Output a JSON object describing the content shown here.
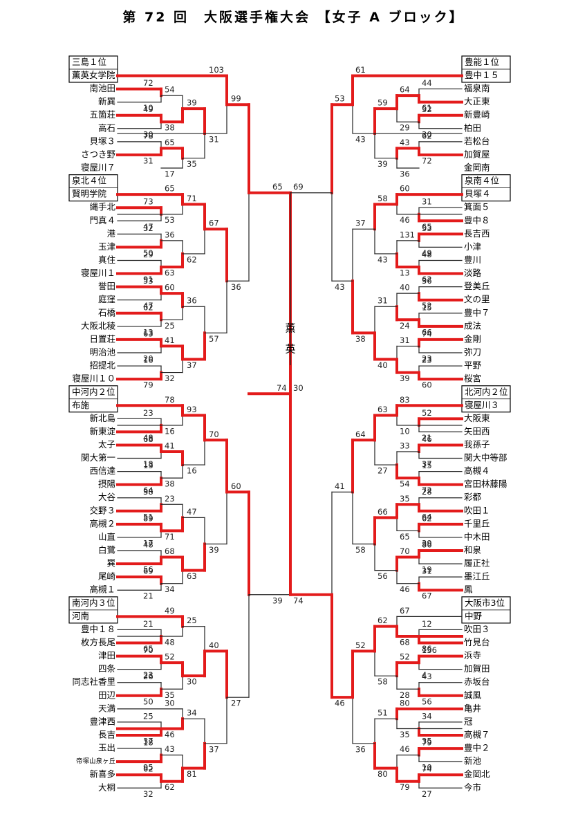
{
  "title": "第 72 回　大阪選手権大会 【女子 A ブロック】",
  "champion": [
    "薫",
    "英"
  ],
  "colors": {
    "win": "#e31b1b",
    "line": "#222222"
  },
  "left_blocks": [
    {
      "seed": "三島１位",
      "teams": [
        "薫英女学院",
        "南池田",
        "新巽",
        "五箇荘",
        "高石",
        "貝塚３",
        "さつき野",
        "寝屋川７"
      ]
    },
    {
      "seed": "泉北４位",
      "teams": [
        "賢明学院",
        "縄手北",
        "門真４",
        "港",
        "玉津",
        "真住",
        "寝屋川１",
        "誉田",
        "庭窪",
        "石橋",
        "大阪北稜",
        "日置荘",
        "明治池",
        "招提北",
        "寝屋川１０"
      ]
    },
    {
      "seed": "中河内２位",
      "teams": [
        "布施",
        "新北島",
        "新東淀",
        "太子",
        "関大第一",
        "西信達",
        "摂陽",
        "大谷",
        "交野３",
        "高槻２",
        "山直",
        "白鷺",
        "巽",
        "尾崎",
        "高槻１"
      ]
    },
    {
      "seed": "南河内３位",
      "teams": [
        "河南",
        "豊中１８",
        "枚方長尾",
        "津田",
        "四条",
        "同志社香里",
        "田辺",
        "天満",
        "豊津西",
        "長吉",
        "玉出",
        "帝塚山泉ヶ丘",
        "新喜多",
        "大桐"
      ]
    }
  ],
  "right_blocks": [
    {
      "seed": "豊能１位",
      "teams": [
        "豊中１５",
        "福泉南",
        "大正東",
        "新豊崎",
        "柏田",
        "若松台",
        "加賀屋",
        "金岡南"
      ]
    },
    {
      "seed": "泉南４位",
      "teams": [
        "貝塚４",
        "箕面５",
        "豊中８",
        "長吉西",
        "小津",
        "豊川",
        "淡路",
        "登美丘",
        "文の里",
        "豊中７",
        "成法",
        "金剛",
        "弥刀",
        "平野",
        "桜宮"
      ]
    },
    {
      "seed": "北河内２位",
      "teams": [
        "寝屋川３",
        "大阪東",
        "矢田西",
        "我孫子",
        "関大中等部",
        "高槻４",
        "宮田林藤陽",
        "彩都",
        "吹田１",
        "千里丘",
        "中木田",
        "和泉",
        "履正社",
        "墨江丘",
        "鳳"
      ]
    },
    {
      "seed": "大阪市3位",
      "teams": [
        "中野",
        "吹田３",
        "竹見台",
        "浜寺",
        "加賀田",
        "赤坂台",
        "誠風",
        "亀井",
        "冠",
        "高槻７",
        "豊中２",
        "新池",
        "金岡北",
        "今市"
      ]
    }
  ]
}
